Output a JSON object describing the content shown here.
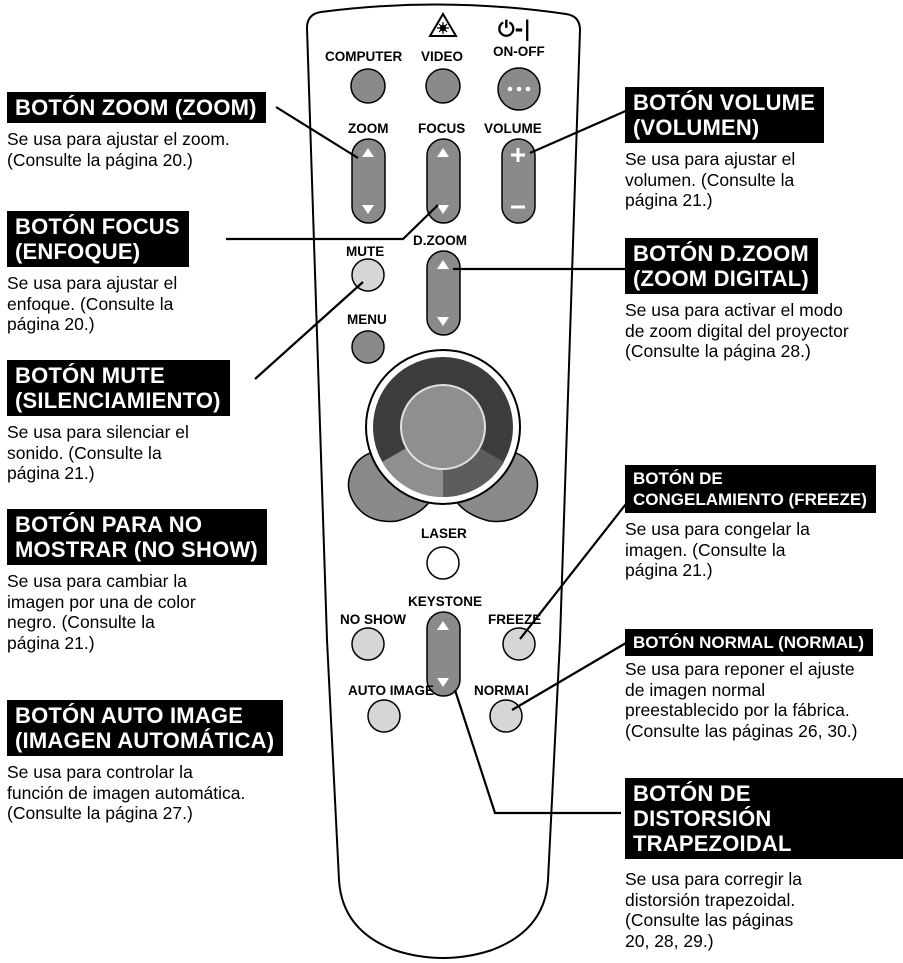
{
  "colors": {
    "callout_bg": "#000000",
    "callout_text": "#ffffff",
    "button_dark": "#8a8a8a",
    "button_light": "#d6d6d6",
    "dial_dark": "#3c3c3c",
    "dial_mid": "#8f8f8f",
    "dial_light": "#cfcfcf"
  },
  "icons": {
    "laser": "laser-warning-icon",
    "power": "power-icon",
    "dots": "dots-icon",
    "plus": "plus-icon",
    "minus": "minus-icon",
    "arrow_up": "arrow-up-icon",
    "arrow_down": "arrow-down-icon"
  },
  "remote_labels": {
    "computer": "COMPUTER",
    "video": "VIDEO",
    "power_symbol": "⏻-|",
    "on_off": "ON-OFF",
    "zoom": "ZOOM",
    "focus": "FOCUS",
    "volume": "VOLUME",
    "mute": "MUTE",
    "d_zoom": "D.ZOOM",
    "menu": "MENU",
    "laser": "LASER",
    "keystone": "KEYSTONE",
    "no_show": "NO SHOW",
    "freeze": "FREEZE",
    "auto_image": "AUTO IMAGE",
    "normal": "NORMAl"
  },
  "callouts": {
    "zoom": {
      "title": "BOTÓN ZOOM (ZOOM)",
      "desc": "Se usa para ajustar el zoom.\n(Consulte la página 20.)"
    },
    "focus": {
      "title": "BOTÓN FOCUS\n(ENFOQUE)",
      "desc": "Se usa para ajustar el\nenfoque. (Consulte la\npágina 20.)"
    },
    "mute": {
      "title": "BOTÓN MUTE\n(SILENCIAMIENTO)",
      "desc": "Se usa para silenciar el\nsonido. (Consulte la\npágina 21.)"
    },
    "no_show": {
      "title": "BOTÓN PARA NO\nMOSTRAR (NO SHOW)",
      "desc": "Se usa para cambiar la\nimagen por una de color\nnegro. (Consulte la\npágina 21.)"
    },
    "auto_image": {
      "title": "BOTÓN AUTO IMAGE\n(IMAGEN AUTOMÁTICA)",
      "desc": "Se usa para controlar la\nfunción de imagen automática.\n(Consulte la página 27.)"
    },
    "volume": {
      "title": "BOTÓN VOLUME\n(VOLUMEN)",
      "desc": "Se usa para ajustar el\nvolumen. (Consulte la\npágina 21.)"
    },
    "d_zoom": {
      "title": "BOTÓN D.ZOOM\n(ZOOM DIGITAL)",
      "desc": "Se usa para activar el modo\nde zoom digital del proyector\n(Consulte la página 28.)"
    },
    "freeze": {
      "title": "BOTÓN DE\nCONGELAMIENTO (FREEZE)",
      "desc": "Se usa para congelar la\nimagen. (Consulte la\npágina 21.)"
    },
    "normal": {
      "title": "BOTÓN NORMAL (NORMAL)",
      "desc": "Se usa para reponer el ajuste\nde imagen normal\npreestablecido por la fábrica.\n(Consulte las páginas 26, 30.)"
    },
    "keystone": {
      "title": "BOTÓN DE DISTORSIÓN\nTRAPEZOIDAL",
      "desc": "Se usa para corregir la\ndistorsión trapezoidal.\n(Consulte las páginas\n20, 28, 29.)"
    }
  }
}
